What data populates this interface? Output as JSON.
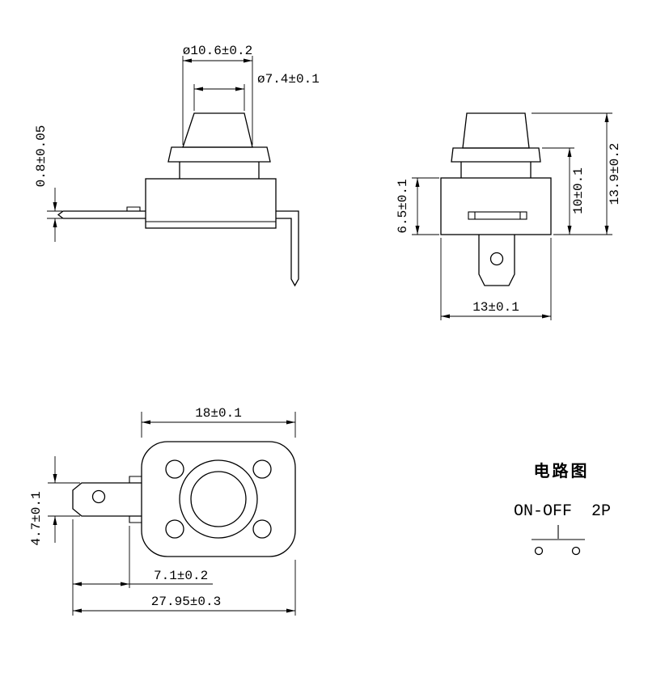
{
  "front": {
    "dim_outer": "ø10.6±0.2",
    "dim_button": "ø7.4±0.1",
    "dim_pin": "0.8±0.05"
  },
  "side": {
    "dim_base_height": "6.5±0.1",
    "dim_cover_height": "10±0.1",
    "dim_total_height": "13.9±0.2",
    "dim_width": "13±0.1"
  },
  "top": {
    "dim_body_width": "18±0.1",
    "dim_terminal_width": "4.7±0.1",
    "dim_terminal_length": "7.1±0.2",
    "dim_total_length": "27.95±0.3"
  },
  "circuit": {
    "title": "电路图",
    "spec": "ON-OFF  2P"
  }
}
